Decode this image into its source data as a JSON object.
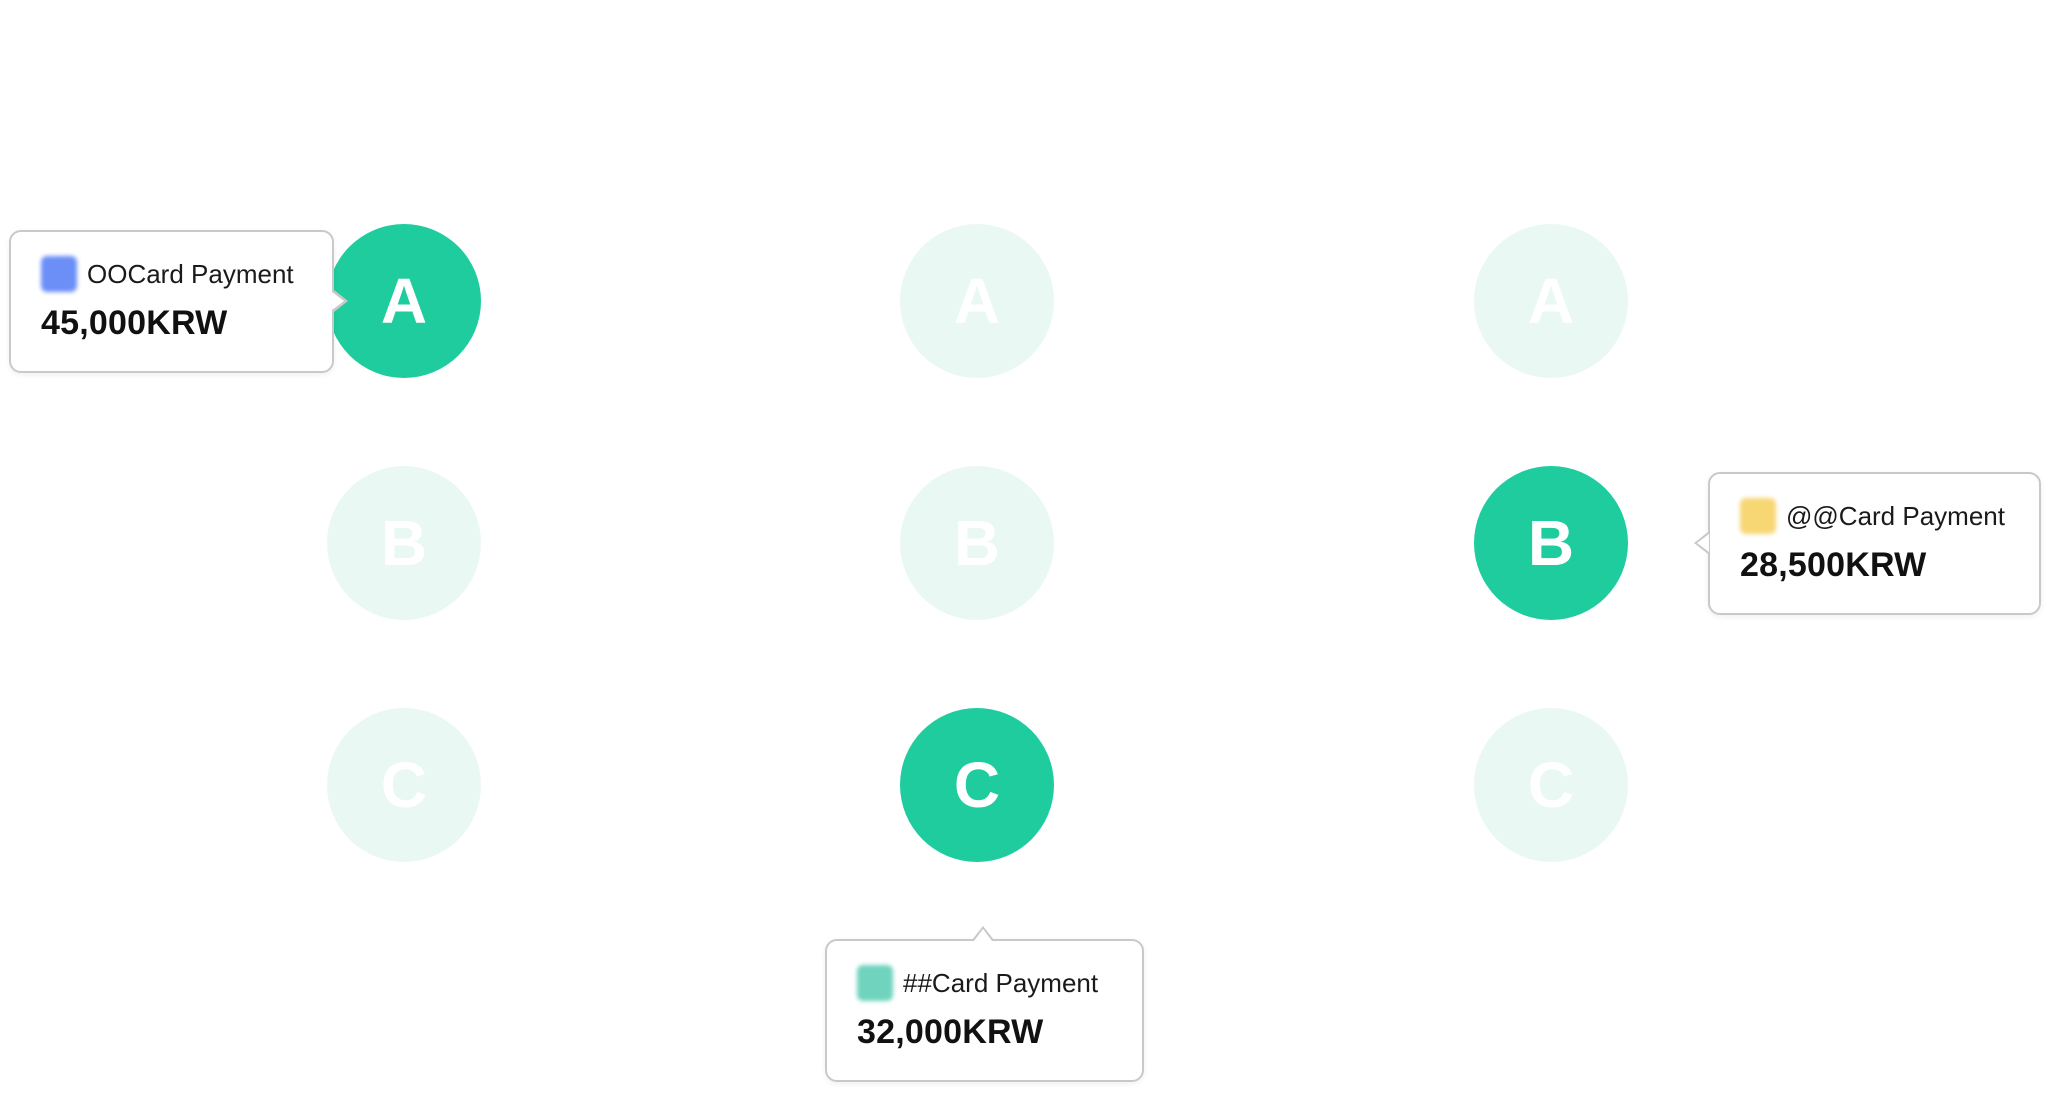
{
  "grid": {
    "columns": [
      {
        "items": [
          {
            "letter": "A",
            "active": true
          },
          {
            "letter": "B",
            "active": false
          },
          {
            "letter": "C",
            "active": false
          }
        ]
      },
      {
        "items": [
          {
            "letter": "A",
            "active": false
          },
          {
            "letter": "B",
            "active": false
          },
          {
            "letter": "C",
            "active": true
          }
        ]
      },
      {
        "items": [
          {
            "letter": "A",
            "active": false
          },
          {
            "letter": "B",
            "active": true
          },
          {
            "letter": "C",
            "active": false
          }
        ]
      }
    ]
  },
  "tooltips": {
    "oocard": {
      "name": "OOCard Payment",
      "amount": "45,000KRW",
      "logo_color": "#6b8ff7"
    },
    "atcard": {
      "name": "@@Card Payment",
      "amount": "28,500KRW",
      "logo_color": "#f7d774"
    },
    "hashcard": {
      "name": "##Card Payment",
      "amount": "32,000KRW",
      "logo_color": "#6fd3be"
    }
  },
  "colors": {
    "active": "#1ecc9e",
    "inactive": "#e9f8f3",
    "tooltip_border": "#c9c9c9"
  }
}
